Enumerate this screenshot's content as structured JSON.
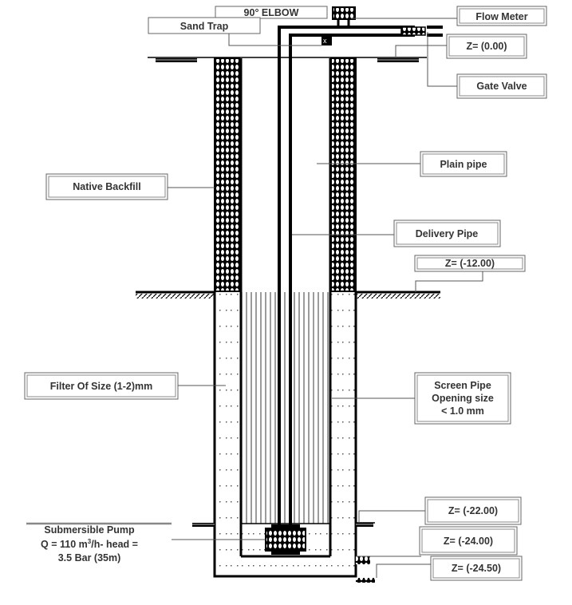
{
  "diagram": {
    "title": "Water well cross-section",
    "labels": {
      "elbow": "90° ELBOW",
      "sand_trap": "Sand Trap",
      "flow_meter": "Flow Meter",
      "z_0": "Z= (0.00)",
      "gate_valve": "Gate Valve",
      "native_backfill": "Native Backfill",
      "plain_pipe": "Plain pipe",
      "delivery_pipe": "Delivery Pipe",
      "z_12": "Z= (-12.00)",
      "filter": "Filter Of Size (1-2)mm",
      "screen_pipe_line1": "Screen Pipe",
      "screen_pipe_line2": "Opening size",
      "screen_pipe_line3": "< 1.0 mm",
      "z_22": "Z= (-22.00)",
      "z_24": "Z= (-24.00)",
      "z_245": "Z= (-24.50)",
      "pump_line1": "Submersible Pump",
      "pump_line2_prefix": "Q = 110 m",
      "pump_line2_sup": "3",
      "pump_line2_suffix": "/h- head =",
      "pump_line3": "3.5 Bar (35m)"
    },
    "levels_m": [
      0.0,
      -12.0,
      -22.0,
      -24.0,
      -24.5
    ],
    "colors": {
      "line": "#000000",
      "label_text": "#333333",
      "box_border": "#666666"
    }
  }
}
